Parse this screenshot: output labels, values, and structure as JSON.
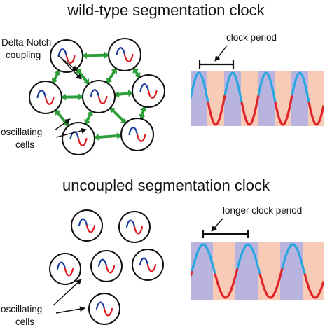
{
  "wild_type": {
    "title": "wild-type segmentation clock",
    "coupling_label_line1": "Delta-Notch",
    "coupling_label_line2": "coupling",
    "cells_label_line1": "oscillating",
    "cells_label_line2": "cells",
    "period_label": "clock period"
  },
  "uncoupled": {
    "title": "uncoupled segmentation clock",
    "cells_label_line1": "oscillating",
    "cells_label_line2": "cells",
    "period_label": "longer clock period"
  },
  "colors": {
    "wave_high": "#2aa7e0",
    "wave_low": "#e0252a",
    "band_blue": "#b8b3df",
    "band_pink": "#f7cbb5",
    "mini_blue": "#1c3f9e",
    "mini_red": "#e01b22",
    "coupling": "#2e9e3a",
    "line": "#111111"
  }
}
